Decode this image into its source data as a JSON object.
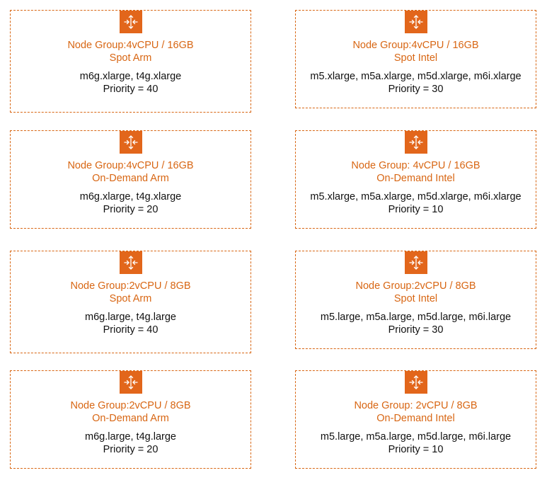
{
  "colors": {
    "accent": "#d86613",
    "icon_fill": "#e2661b",
    "text": "#111111"
  },
  "icon_name": "auto-scaling-arrows-icon",
  "groups": [
    {
      "title": "Node Group:4vCPU / 16GB",
      "subtitle": "Spot Arm",
      "instances": "m6g.xlarge, t4g.xlarge",
      "priority": "Priority = 40"
    },
    {
      "title": "Node Group:4vCPU / 16GB",
      "subtitle": "Spot Intel",
      "instances": "m5.xlarge, m5a.xlarge, m5d.xlarge, m6i.xlarge",
      "priority": "Priority = 30"
    },
    {
      "title": "Node Group:4vCPU / 16GB",
      "subtitle": "On-Demand Arm",
      "instances": "m6g.xlarge, t4g.xlarge",
      "priority": "Priority = 20"
    },
    {
      "title": "Node Group: 4vCPU / 16GB",
      "subtitle": "On-Demand Intel",
      "instances": "m5.xlarge, m5a.xlarge, m5d.xlarge, m6i.xlarge",
      "priority": "Priority = 10"
    },
    {
      "title": "Node Group:2vCPU / 8GB",
      "subtitle": "Spot Arm",
      "instances": "m6g.large, t4g.large",
      "priority": "Priority = 40"
    },
    {
      "title": "Node Group:2vCPU / 8GB",
      "subtitle": "Spot Intel",
      "instances": "m5.large, m5a.large, m5d.large, m6i.large",
      "priority": "Priority = 30"
    },
    {
      "title": "Node Group:2vCPU / 8GB",
      "subtitle": "On-Demand Arm",
      "instances": "m6g.large, t4g.large",
      "priority": "Priority = 20"
    },
    {
      "title": "Node Group: 2vCPU / 8GB",
      "subtitle": "On-Demand Intel",
      "instances": "m5.large, m5a.large, m5d.large, m6i.large",
      "priority": "Priority = 10"
    }
  ]
}
